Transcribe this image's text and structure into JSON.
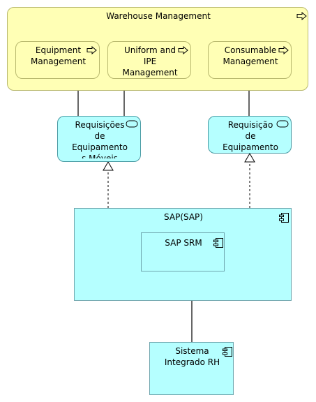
{
  "diagram": {
    "warehouse_group": {
      "title": "Warehouse Management",
      "icon": "process-arrow-icon"
    },
    "processes": [
      {
        "label": "Equipment\nManagement",
        "icon": "process-arrow-icon"
      },
      {
        "label": "Uniform and\nIPE\nManagement",
        "icon": "process-arrow-icon"
      },
      {
        "label": "Consumable\nManagement",
        "icon": "process-arrow-icon"
      }
    ],
    "services": [
      {
        "label": "Requisições\nde\nEquipamento\ns Móveis",
        "icon": "service-pill-icon"
      },
      {
        "label": "Requisição\nde\nEquipamento",
        "icon": "service-pill-icon"
      }
    ],
    "components": {
      "sap": {
        "label": "SAP(SAP)",
        "icon": "component-icon"
      },
      "sap_srm": {
        "label": "SAP SRM",
        "icon": "component-icon"
      },
      "rh": {
        "label": "Sistema\nIntegrado RH",
        "icon": "component-icon"
      }
    },
    "colors": {
      "process_fill": "#ffffb5",
      "service_fill": "#b5ffff",
      "component_fill": "#b5ffff"
    }
  }
}
